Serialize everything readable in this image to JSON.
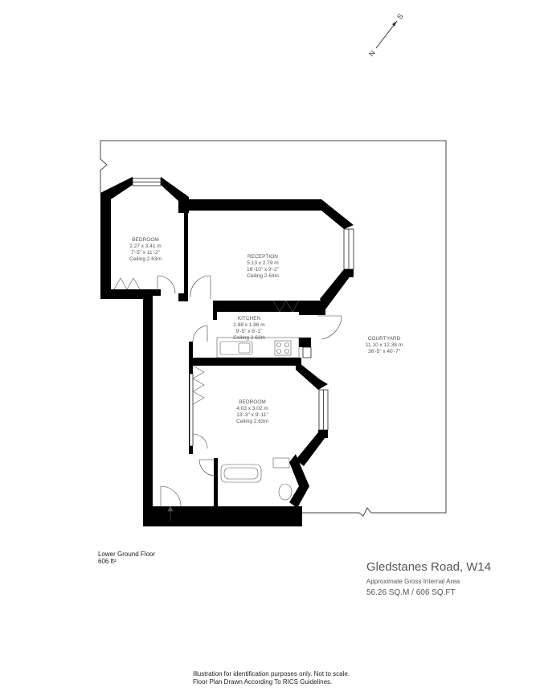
{
  "compass": {
    "north": "N",
    "south": "S"
  },
  "rooms": [
    {
      "name": "BEDROOM",
      "metric": "2.27 x 3.41 m",
      "imperial": "7'-5\" x 11'-2\"",
      "ceiling": "Ceiling 2.63m"
    },
    {
      "name": "RECEPTION",
      "metric": "5.13 x 2.79 m",
      "imperial": "16'-10\" x 9'-2\"",
      "ceiling": "Ceiling 2.64m"
    },
    {
      "name": "KITCHEN",
      "metric": "2.88 x 1.86 m",
      "imperial": "9'-5\" x 6'-1\"",
      "ceiling": "Ceiling 2.63m"
    },
    {
      "name": "COURTYARD",
      "metric": "11.10 x 12.38 m",
      "imperial": "36'-5\" x 40'-7\""
    },
    {
      "name": "BEDROOM",
      "metric": "4.03 x 3.02 m",
      "imperial": "13'-3\" x 9'-11\"",
      "ceiling": "Ceiling 2.63m"
    }
  ],
  "floor": {
    "name": "Lower Ground Floor",
    "area": "606 ft²"
  },
  "property": {
    "title": "Gledstanes Road, W14",
    "subtitle": "Approximate Gross Internal Area",
    "area": "56.26 SQ.M / 606 SQ.FT"
  },
  "disclaimer": {
    "line1": "Illustration for identification purposes only. Not to scale.",
    "line2": "Floor Plan Drawn According To RICS Guidelines."
  }
}
